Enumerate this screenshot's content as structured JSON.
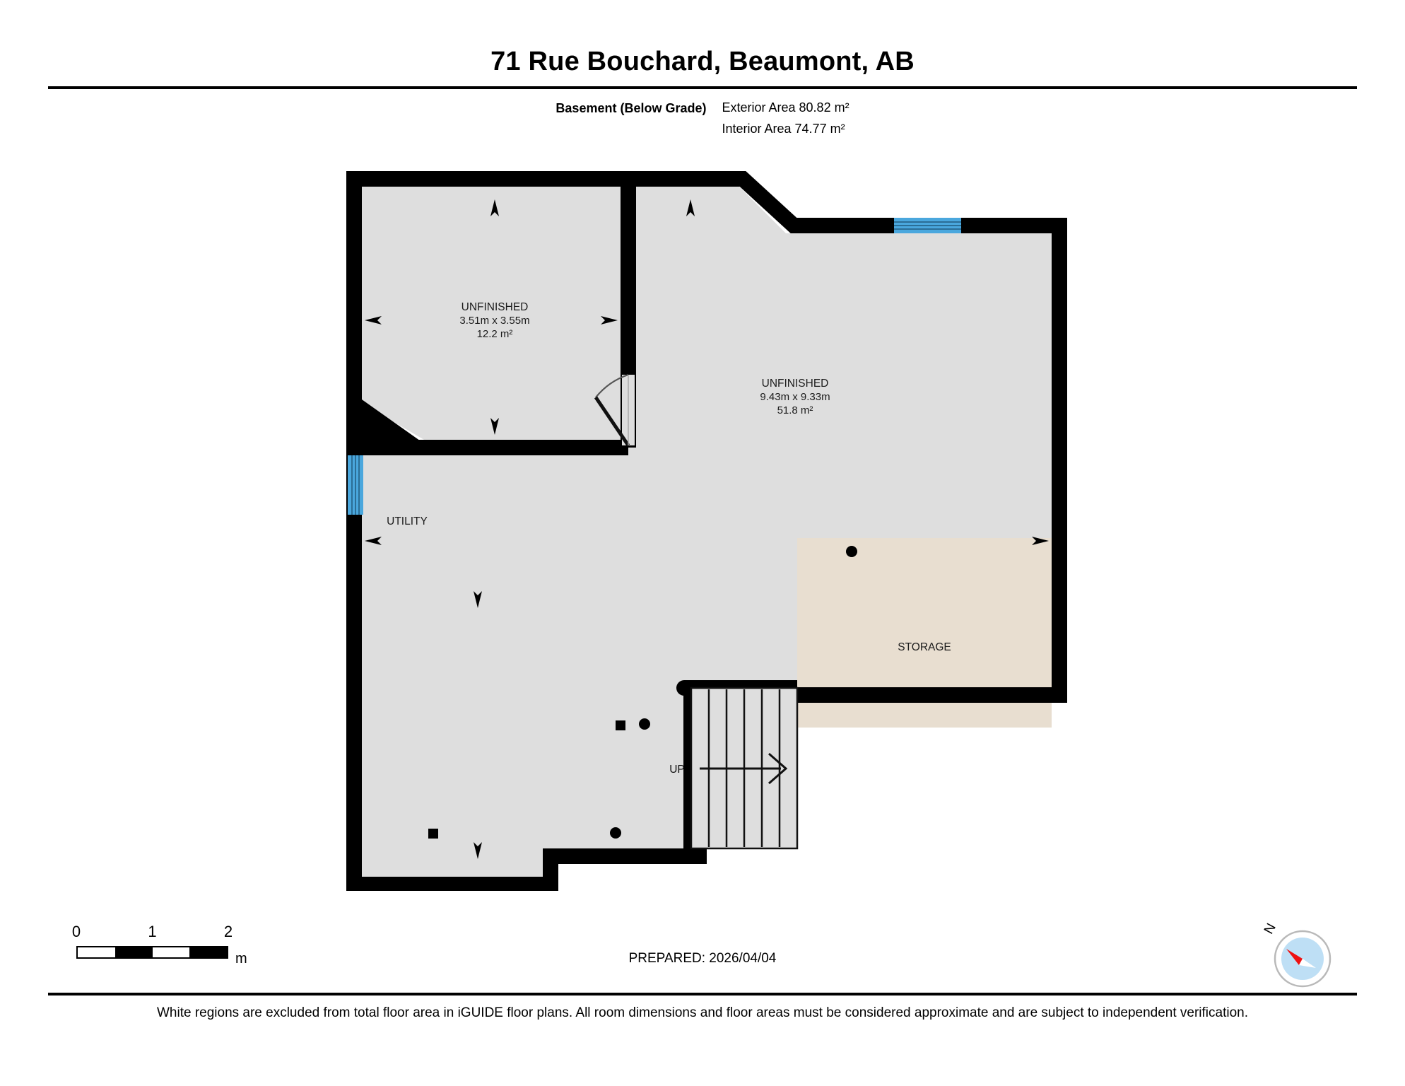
{
  "header": {
    "title": "71 Rue Bouchard, Beaumont, AB"
  },
  "summary": {
    "level_label": "Basement (Below Grade)",
    "exterior_area": "Exterior Area 80.82 m²",
    "interior_area": "Interior Area 74.77 m²"
  },
  "floorplan": {
    "rooms": [
      {
        "name": "UNFINISHED",
        "dimensions": "3.51m x 3.55m",
        "area": "12.2 m²"
      },
      {
        "name": "UNFINISHED",
        "dimensions": "9.43m x 9.33m",
        "area": "51.8 m²"
      }
    ],
    "utility_label": "UTILITY",
    "storage_label": "STORAGE",
    "stairs_label": "UP",
    "colors": {
      "wall": "#000000",
      "floor": "#dedede",
      "storage_fill": "#e8ded0",
      "window": "#4aa7dd",
      "excluded": "#ffffff"
    }
  },
  "footer": {
    "scale": {
      "ticks": [
        "0",
        "1",
        "2"
      ],
      "unit": "m"
    },
    "prepared": "PREPARED: 2026/04/04",
    "compass_north": "N",
    "disclaimer": "White regions are excluded from total floor area in iGUIDE floor plans. All room dimensions and floor areas must be considered approximate and are subject to independent verification."
  }
}
